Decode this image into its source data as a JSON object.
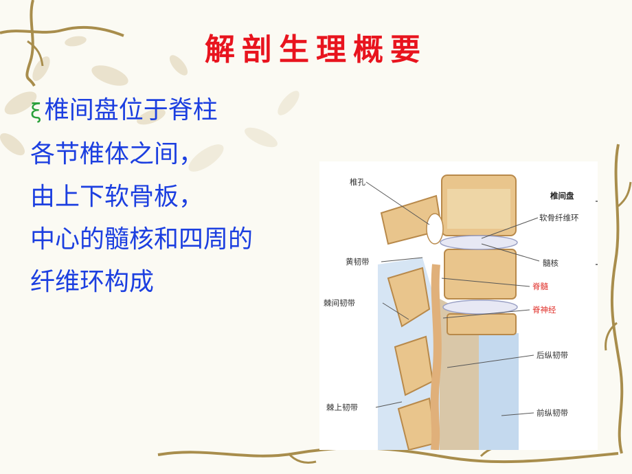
{
  "slide": {
    "title": "解剖生理概要",
    "bullet_icon": "bullet-glyph",
    "bullet_glyph": "ξ",
    "lines": [
      "椎间盘位于脊柱",
      "各节椎体之间，",
      "由上下软骨板，",
      "中心的髓核和四周的",
      "纤维环构成"
    ]
  },
  "figure": {
    "labels": {
      "vertebral_foramen": "椎孔",
      "ligamentum_flavum": "黄韧带",
      "interspinous_ligament": "棘间韧带",
      "supraspinous_ligament": "棘上韧带",
      "intervertebral_disc": "椎间盘",
      "cartilage_annulus": "软骨纤维环",
      "nucleus": "髓核",
      "spinal_cord": "脊髓",
      "spinal_nerve": "脊神经",
      "posterior_ligament": "后纵韧带",
      "anterior_ligament": "前纵韧带"
    },
    "colors": {
      "bone": "#e9c58c",
      "disc": "#e7e8f4",
      "ligament": "#c8dcf2",
      "red_label": "#e0302a"
    }
  },
  "theme": {
    "title_color": "#e8141e",
    "text_color": "#1c3fe0",
    "bullet_color": "#2aa03a"
  }
}
